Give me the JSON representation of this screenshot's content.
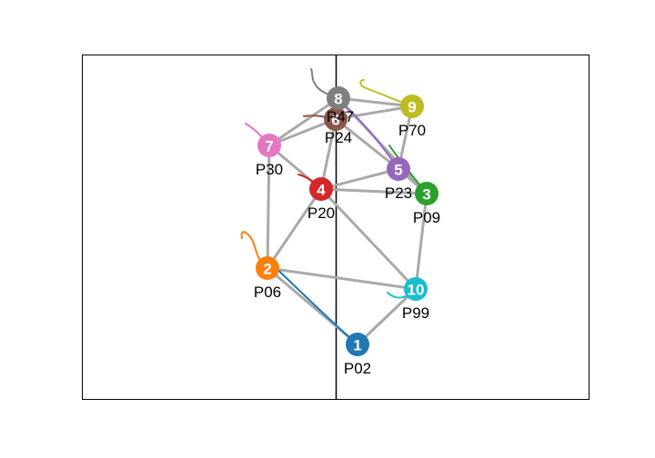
{
  "nodes": [
    {
      "id": "1",
      "label": "P02",
      "color": "#1f77b4"
    },
    {
      "id": "2",
      "label": "P06",
      "color": "#ff7f0e"
    },
    {
      "id": "3",
      "label": "P09",
      "color": "#2ca02c"
    },
    {
      "id": "4",
      "label": "P20",
      "color": "#d62728"
    },
    {
      "id": "5",
      "label": "P23",
      "color": "#9467bd"
    },
    {
      "id": "6",
      "label": "P24",
      "color": "#8c564b"
    },
    {
      "id": "7",
      "label": "P30",
      "color": "#e377c2"
    },
    {
      "id": "8",
      "label": "P47",
      "color": "#7f7f7f"
    },
    {
      "id": "9",
      "label": "P70",
      "color": "#bcbd22"
    },
    {
      "id": "10",
      "label": "P99",
      "color": "#17becf"
    }
  ],
  "edges": [
    [
      "1",
      "2"
    ],
    [
      "1",
      "10"
    ],
    [
      "2",
      "10"
    ],
    [
      "2",
      "4"
    ],
    [
      "2",
      "7"
    ],
    [
      "4",
      "7"
    ],
    [
      "4",
      "6"
    ],
    [
      "4",
      "5"
    ],
    [
      "4",
      "3"
    ],
    [
      "4",
      "10"
    ],
    [
      "3",
      "10"
    ],
    [
      "3",
      "5"
    ],
    [
      "3",
      "8"
    ],
    [
      "5",
      "6"
    ],
    [
      "5",
      "9"
    ],
    [
      "7",
      "6"
    ],
    [
      "7",
      "8"
    ],
    [
      "6",
      "9"
    ],
    [
      "8",
      "9"
    ]
  ],
  "edge_color": "#a9a9a9",
  "frame_color": "#000000"
}
